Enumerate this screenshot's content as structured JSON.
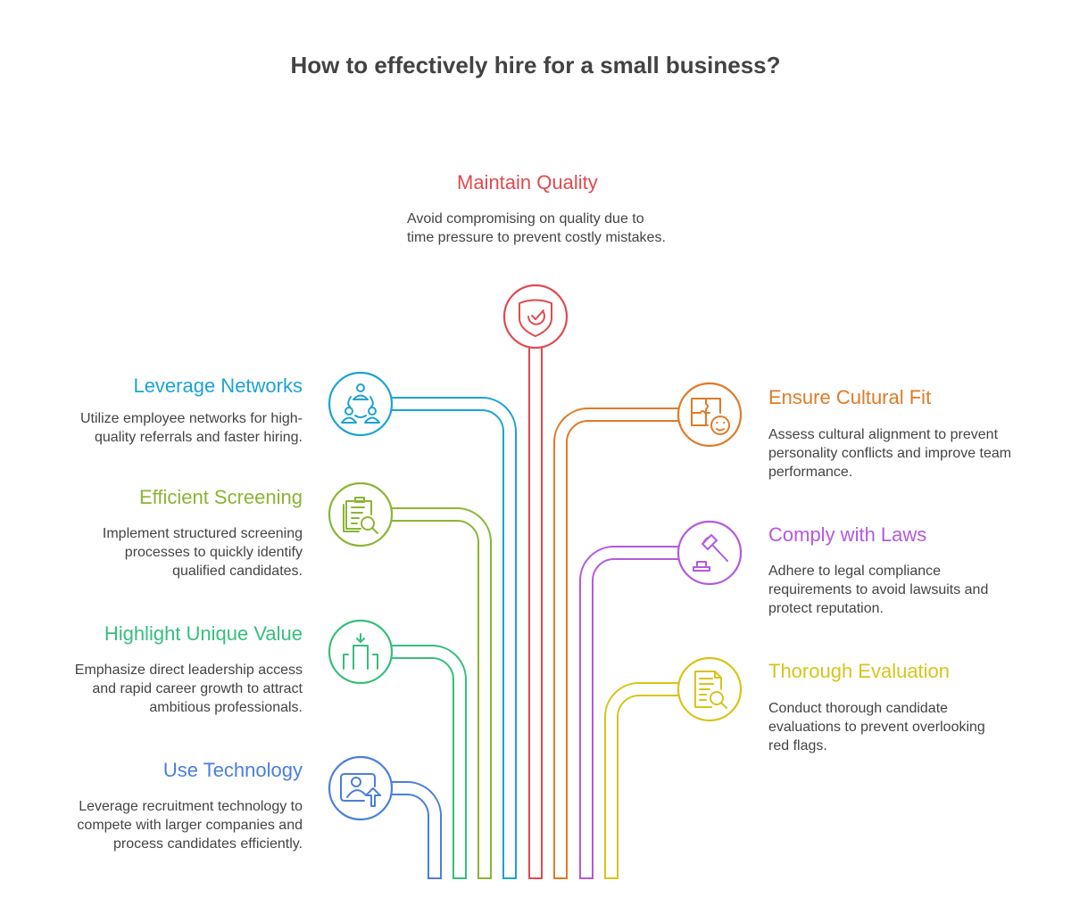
{
  "title": "How to effectively hire for a small business?",
  "items": [
    {
      "key": "maintain-quality",
      "title": "Maintain Quality",
      "desc": "Avoid compromising on quality due to time pressure to prevent costly mistakes.",
      "color": "#e04a4f",
      "icon": "shield-check-icon"
    },
    {
      "key": "leverage-networks",
      "title": "Leverage Networks",
      "desc": "Utilize employee networks for high-quality referrals and faster hiring.",
      "color": "#1ca3d4",
      "icon": "network-people-icon"
    },
    {
      "key": "efficient-screening",
      "title": "Efficient Screening",
      "desc": "Implement structured screening processes to quickly identify qualified candidates.",
      "color": "#8bb534",
      "icon": "clipboard-search-icon"
    },
    {
      "key": "highlight-unique-value",
      "title": "Highlight Unique Value",
      "desc": "Emphasize direct leadership access and rapid career growth to attract ambitious professionals.",
      "color": "#35bf7c",
      "icon": "podium-arrow-icon"
    },
    {
      "key": "use-technology",
      "title": "Use Technology",
      "desc": "Leverage recruitment technology to compete with larger companies and process candidates efficiently.",
      "color": "#4a7fdc",
      "icon": "profile-upload-icon"
    },
    {
      "key": "ensure-cultural-fit",
      "title": "Ensure Cultural Fit",
      "desc": "Assess cultural alignment to prevent personality conflicts and improve team performance.",
      "color": "#e17a26",
      "icon": "puzzle-face-icon"
    },
    {
      "key": "comply-with-laws",
      "title": "Comply with Laws",
      "desc": "Adhere to legal compliance requirements to avoid lawsuits and protect reputation.",
      "color": "#b459e0",
      "icon": "gavel-icon"
    },
    {
      "key": "thorough-evaluation",
      "title": "Thorough Evaluation",
      "desc": "Conduct thorough candidate evaluations to prevent overlooking red flags.",
      "color": "#d8c41a",
      "icon": "document-search-icon"
    }
  ]
}
